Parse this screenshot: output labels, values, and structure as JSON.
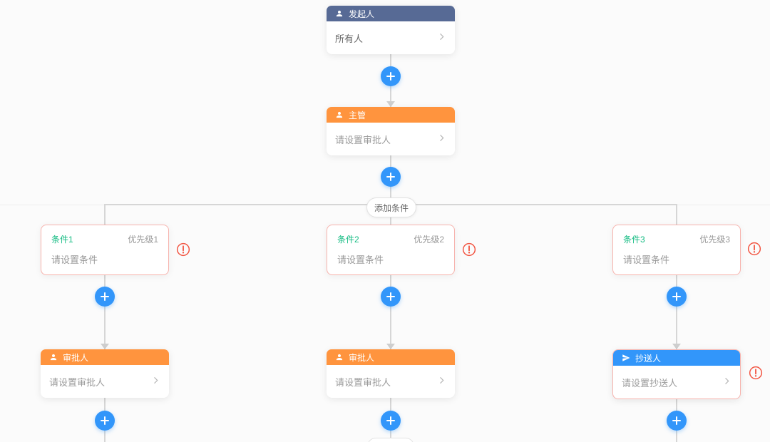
{
  "flow": {
    "start": {
      "title": "发起人",
      "value": "所有人"
    },
    "manager": {
      "title": "主管",
      "value": "请设置审批人"
    },
    "add_condition_label": "添加条件",
    "branches": [
      {
        "condition_name": "条件1",
        "priority": "优先级1",
        "condition_value": "请设置条件",
        "node_type": "approver",
        "node_title": "审批人",
        "node_value": "请设置审批人"
      },
      {
        "condition_name": "条件2",
        "priority": "优先级2",
        "condition_value": "请设置条件",
        "node_type": "approver",
        "node_title": "审批人",
        "node_value": "请设置审批人"
      },
      {
        "condition_name": "条件3",
        "priority": "优先级3",
        "condition_value": "请设置条件",
        "node_type": "cc",
        "node_title": "抄送人",
        "node_value": "请设置抄送人"
      }
    ]
  },
  "icons": {
    "start_header": "person-icon",
    "approver_header": "person-icon",
    "cc_header": "send-icon",
    "connector_add": "plus-icon",
    "card_chevron": "chevron-right-icon",
    "error_badge": "warning-icon"
  },
  "colors": {
    "canvas_bg": "#fbfbfb",
    "start_header_bg": "#576a95",
    "approver_header_bg": "#ff943e",
    "cc_header_bg": "#3296fa",
    "add_button_bg": "#3296fa",
    "condition_name_text": "#15bc83",
    "error_icon": "#f25643",
    "error_border": "#f7b3ad",
    "connector_line": "#d6d6d6",
    "placeholder_text": "#9b9b9b"
  }
}
